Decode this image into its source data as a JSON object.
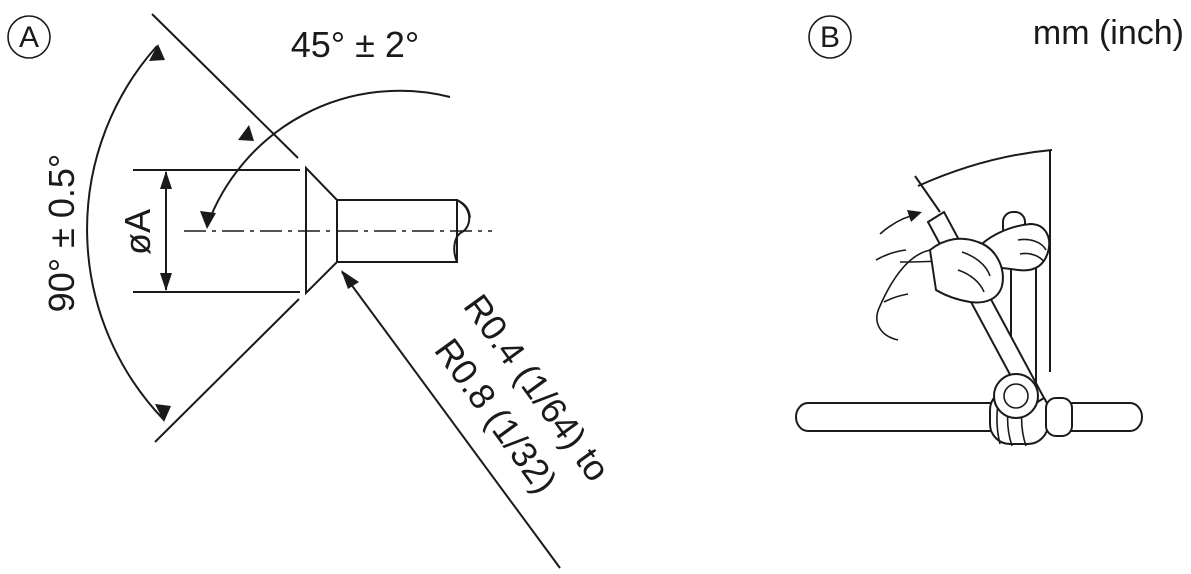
{
  "panel_a": {
    "badge": "A",
    "angle_top": "45° ± 2°",
    "angle_left": "90° ± 0.5°",
    "diameter": "øA",
    "radius_line1": "R0.4 (1/64) to",
    "radius_line2": "R0.8 (1/32)"
  },
  "panel_b": {
    "badge": "B"
  },
  "units": "mm (inch)",
  "colors": {
    "ink": "#1a1a1a",
    "background": "#ffffff"
  }
}
